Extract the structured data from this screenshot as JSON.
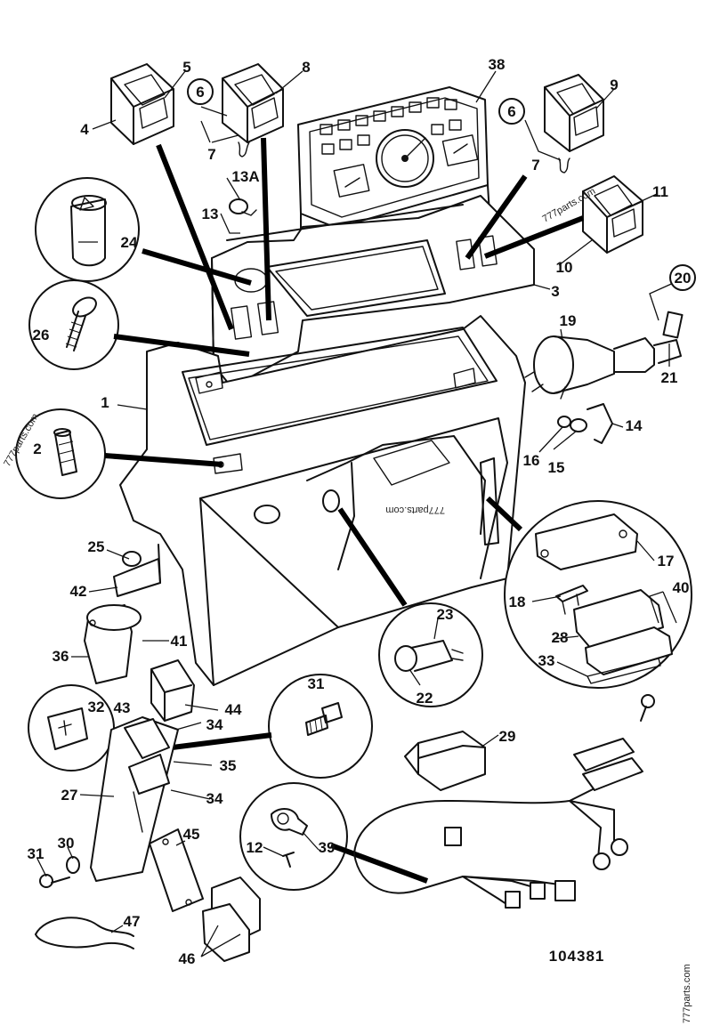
{
  "diagram": {
    "reference_number": "104381",
    "watermarks": [
      "777parts.com",
      "777parts.com",
      "777parts.com",
      "777parts.com"
    ],
    "callouts": {
      "c1": "1",
      "c2": "2",
      "c3": "3",
      "c4": "4",
      "c5": "5",
      "c6a": "6",
      "c6b": "6",
      "c7a": "7",
      "c7b": "7",
      "c8": "8",
      "c9": "9",
      "c10": "10",
      "c11": "11",
      "c12": "12",
      "c13": "13",
      "c13a": "13A",
      "c14": "14",
      "c15": "15",
      "c16": "16",
      "c17": "17",
      "c18": "18",
      "c19": "19",
      "c20": "20",
      "c21": "21",
      "c22": "22",
      "c23": "23",
      "c24": "24",
      "c25": "25",
      "c26": "26",
      "c27": "27",
      "c28": "28",
      "c29": "29",
      "c30": "30",
      "c31a": "31",
      "c31b": "31",
      "c32": "32",
      "c33": "33",
      "c34a": "34",
      "c34b": "34",
      "c35": "35",
      "c36": "36",
      "c38": "38",
      "c39": "39",
      "c40": "40",
      "c41": "41",
      "c42": "42",
      "c43": "43",
      "c44": "44",
      "c45": "45",
      "c46": "46",
      "c47": "47"
    }
  }
}
